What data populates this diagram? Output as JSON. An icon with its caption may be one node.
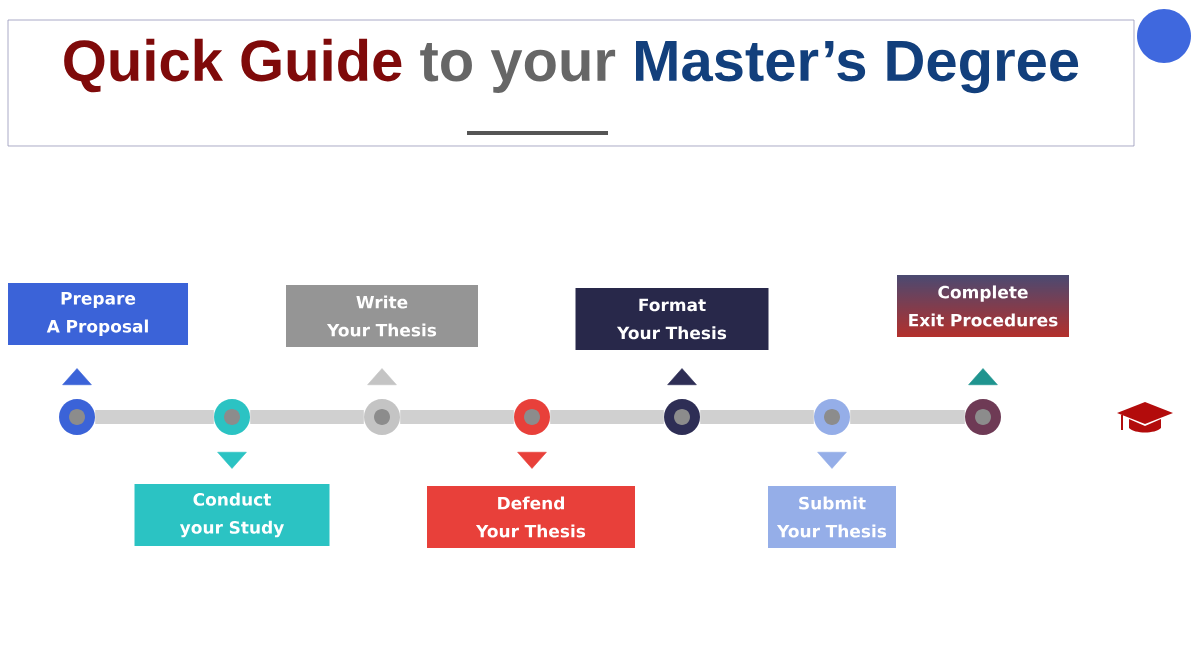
{
  "diagram": {
    "nodes": [
      {
        "text": [
          "Prepare A Proposal"
        ]
      },
      {
        "text": [
          "Conduct your Study"
        ]
      },
      {
        "text": [
          "Write Your Thesis"
        ]
      },
      {
        "text": [
          "Defend Your Thesis"
        ]
      },
      {
        "text": [
          "Format Your Thesis"
        ]
      },
      {
        "text": [
          "Submit Your Thesis"
        ]
      },
      {
        "text": [
          "Complete Exit Procedures"
        ]
      },
      {
        "text": [],
        "shape": "circle"
      },
      {
        "text": [],
        "shape": "circle"
      },
      {
        "text": [],
        "shape": "circle"
      },
      {
        "text": [],
        "shape": "circle"
      },
      {
        "text": [],
        "shape": "circle"
      },
      {
        "text": [],
        "shape": "circle"
      },
      {
        "text": [],
        "shape": "circle"
      }
    ],
    "edges": [
      {
        "from": 7,
        "to": 8,
        "arrow": "none",
        "color": "#d0d0d0"
      },
      {
        "from": 8,
        "to": 9,
        "arrow": "none",
        "color": "#d0d0d0"
      },
      {
        "from": 9,
        "to": 10,
        "arrow": "none",
        "color": "#d0d0d0"
      },
      {
        "from": 10,
        "to": 11,
        "arrow": "none",
        "color": "#d0d0d0"
      },
      {
        "from": 11,
        "to": 12,
        "arrow": "none",
        "color": "#d0d0d0"
      },
      {
        "from": 12,
        "to": 13,
        "arrow": "none",
        "color": "#d0d0d0"
      },
      {
        "from": 7,
        "to": 0,
        "arrow": "to",
        "color": "#3b63d8"
      },
      {
        "from": 8,
        "to": 1,
        "arrow": "to",
        "color": "#2bc3c3"
      },
      {
        "from": 9,
        "to": 2,
        "arrow": "to",
        "color": "#c4c4c4"
      },
      {
        "from": 10,
        "to": 3,
        "arrow": "to",
        "color": "#e8403a"
      },
      {
        "from": 11,
        "to": 4,
        "arrow": "to",
        "color": "#2e2e55"
      },
      {
        "from": 12,
        "to": 5,
        "arrow": "to",
        "color": "#95aee8"
      },
      {
        "from": 13,
        "to": 6,
        "arrow": "to",
        "color": "#1f948f"
      }
    ],
    "labels": [
      "Quick Guide",
      "to your",
      "Master’s Degree"
    ]
  }
}
